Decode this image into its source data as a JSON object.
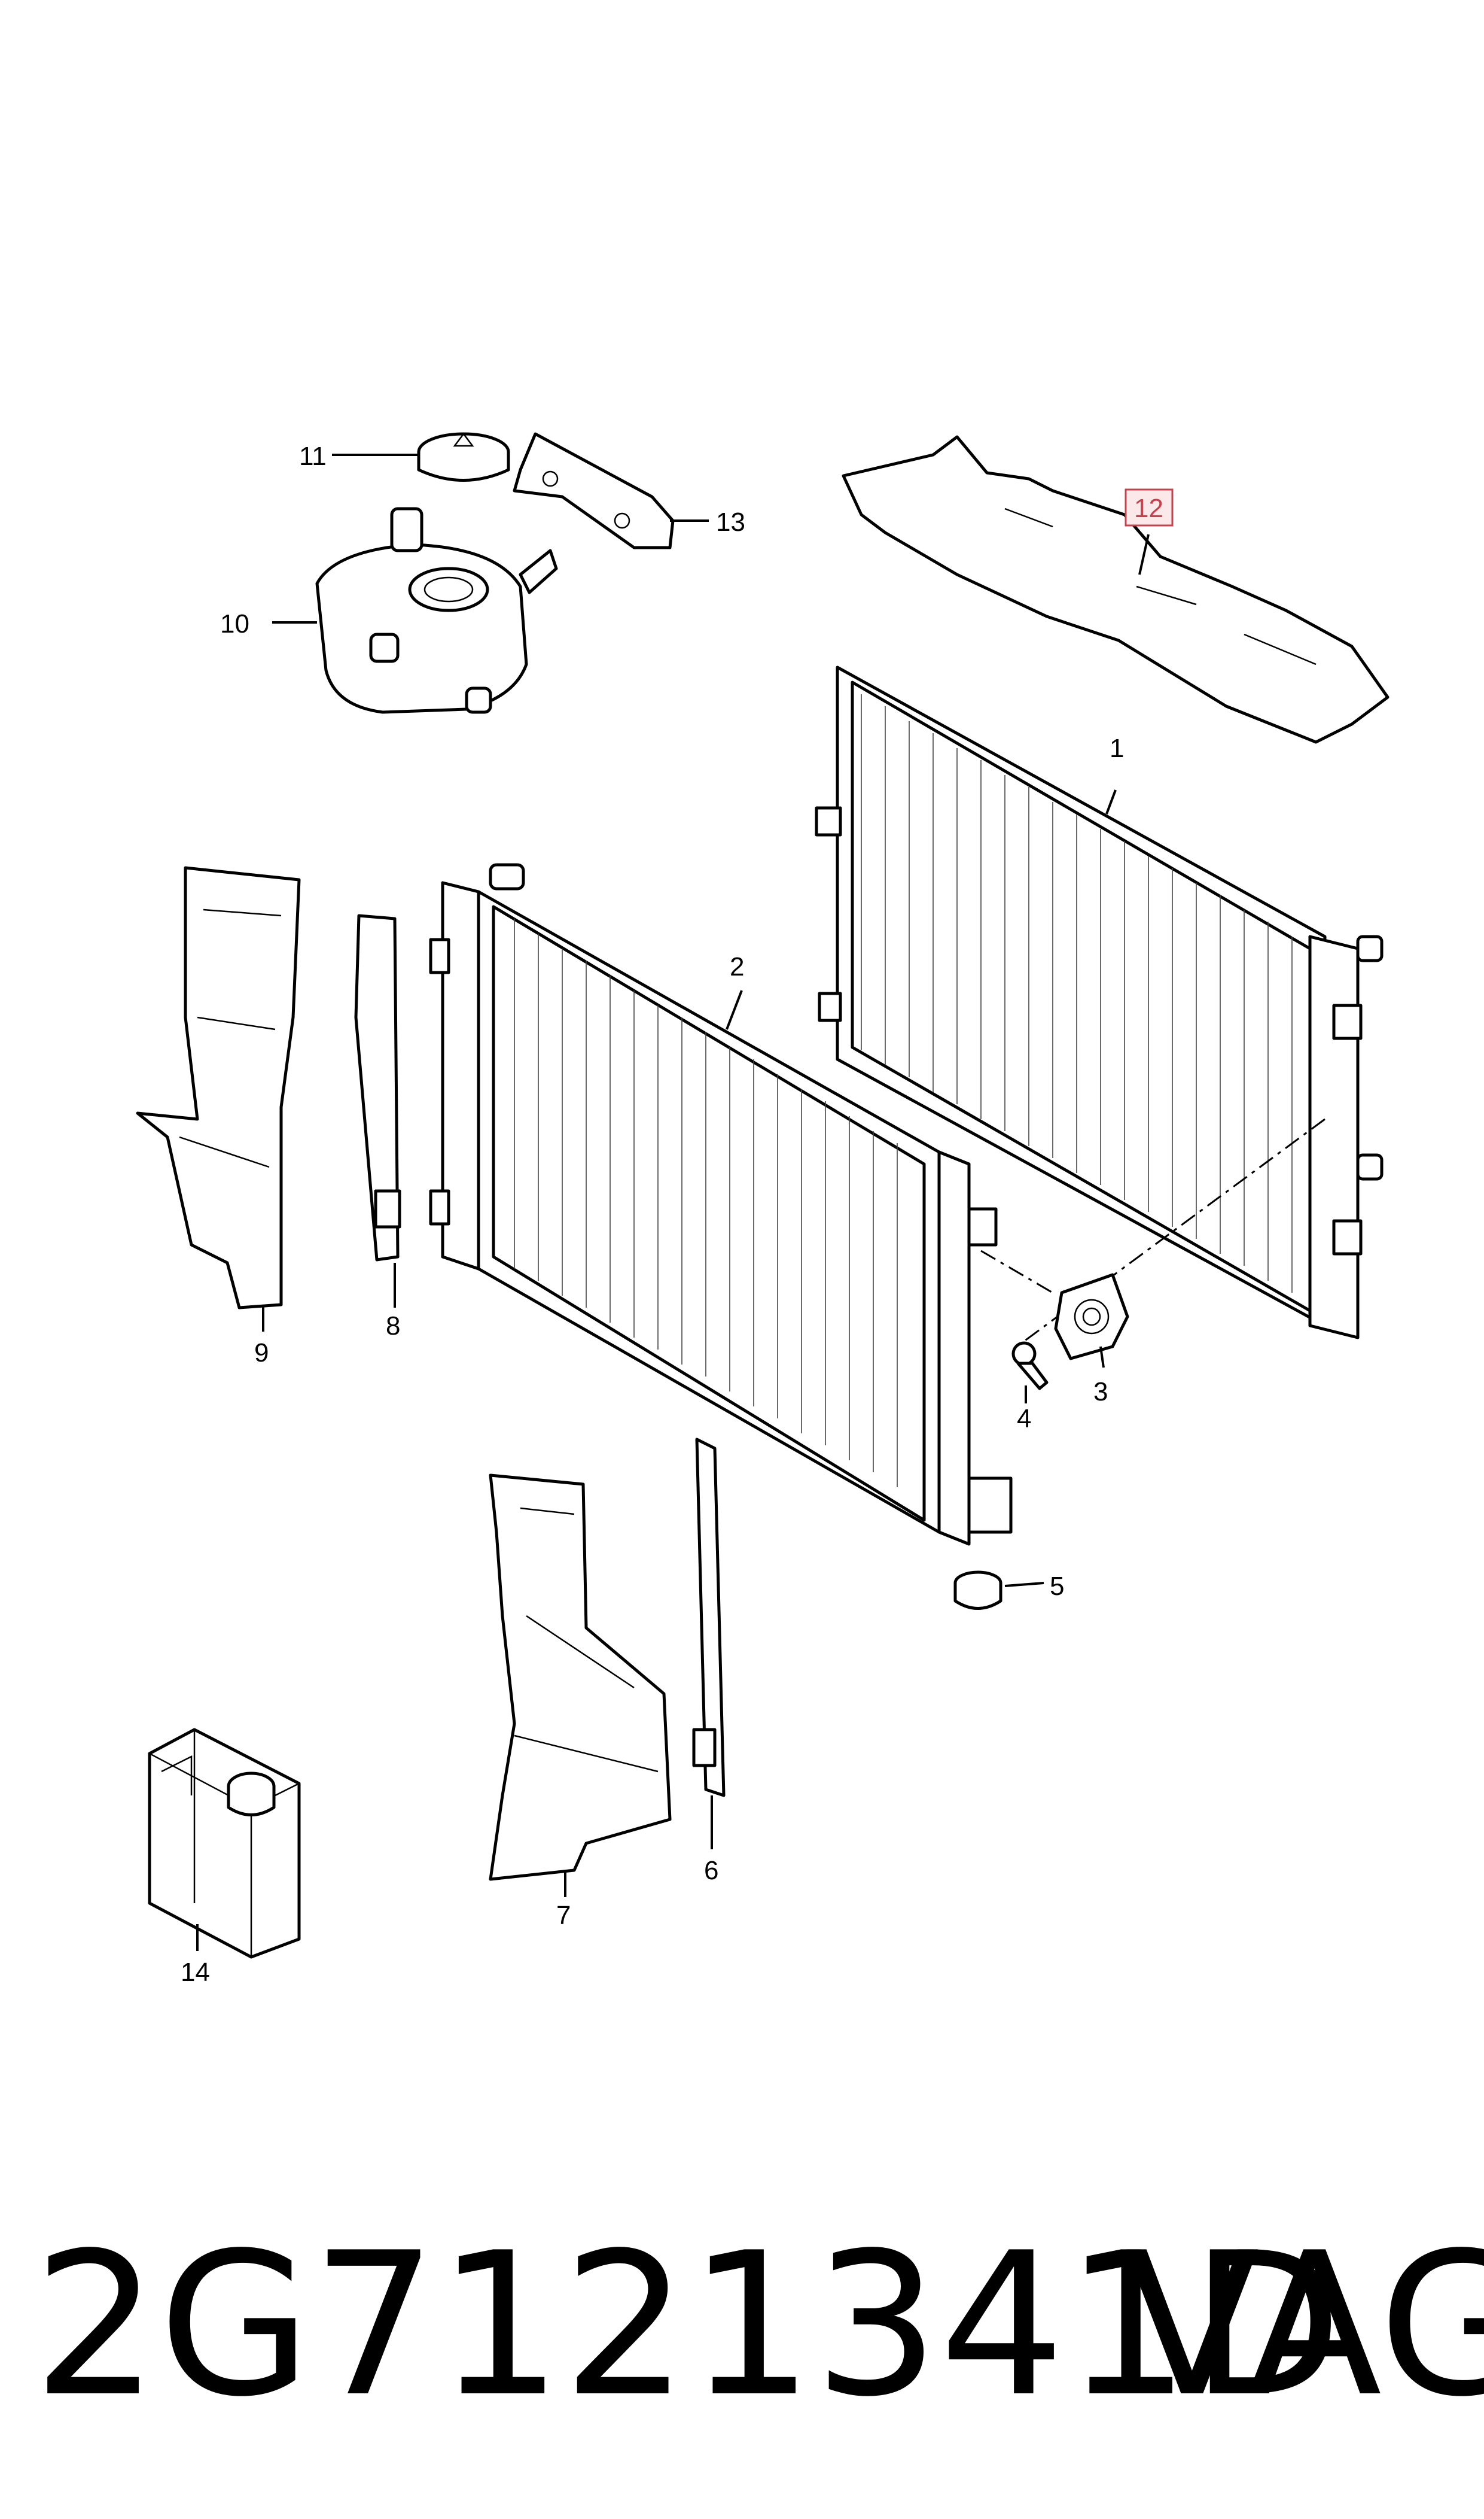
{
  "callouts": {
    "c1": "1",
    "c2": "2",
    "c3": "3",
    "c4": "4",
    "c5": "5",
    "c6": "6",
    "c7": "7",
    "c8": "8",
    "c9": "9",
    "c10": "10",
    "c11": "11",
    "c12": "12",
    "c13": "13",
    "c14": "14"
  },
  "highlighted_callout": "12",
  "colors": {
    "highlight_border": "#c8404a",
    "highlight_fill": "#fbe9ea",
    "ink": "#000000"
  },
  "footer": {
    "part_number": "2G7121341D",
    "brand": "VAG"
  }
}
